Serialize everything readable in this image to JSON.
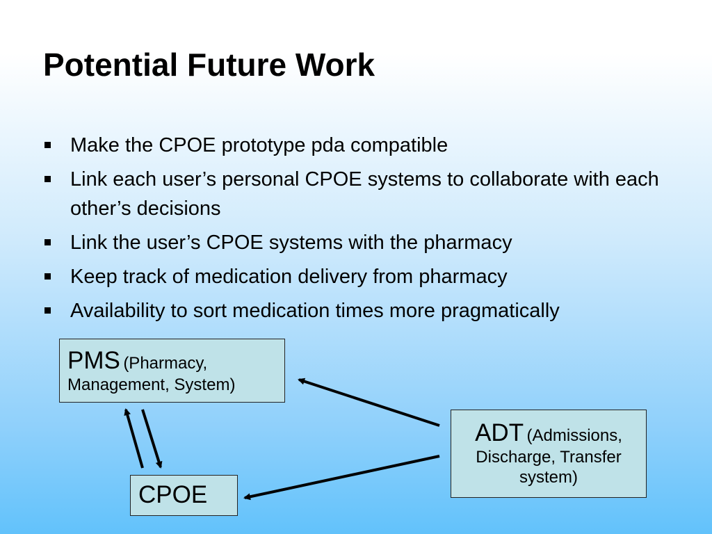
{
  "slide": {
    "title": "Potential Future Work",
    "bullets": [
      "Make the CPOE prototype pda compatible",
      "Link each user’s personal CPOE systems to collaborate with each other’s decisions",
      "Link the user’s CPOE systems with the pharmacy",
      "Keep track of medication delivery from pharmacy",
      "Availability to sort medication times more pragmatically"
    ]
  },
  "diagram": {
    "nodes": {
      "pms": {
        "abbr": "PMS",
        "desc": "(Pharmacy, Management, System)"
      },
      "adt": {
        "abbr": "ADT",
        "desc": "(Admissions, Discharge, Transfer system)"
      },
      "cpoe": {
        "abbr": "CPOE"
      }
    },
    "edges": [
      {
        "from": "adt",
        "to": "pms"
      },
      {
        "from": "adt",
        "to": "cpoe"
      },
      {
        "from": "cpoe",
        "to": "pms"
      },
      {
        "from": "pms",
        "to": "cpoe"
      }
    ],
    "colors": {
      "box_fill": "#bfe2e8",
      "line": "#000000",
      "background_top": "#ffffff",
      "background_bottom": "#62c2fb"
    }
  }
}
